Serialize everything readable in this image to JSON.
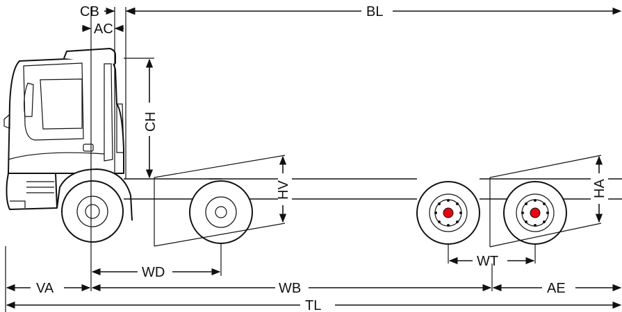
{
  "dimensions": {
    "cb": "CB",
    "ac": "AC",
    "bl": "BL",
    "ch": "CH",
    "hv": "HV",
    "ha": "HA",
    "wd": "WD",
    "wt": "WT",
    "va": "VA",
    "wb": "WB",
    "ae": "AE",
    "tl": "TL"
  },
  "colors": {
    "line": "#111111",
    "hub_red": "#e30613",
    "background": "#ffffff"
  }
}
